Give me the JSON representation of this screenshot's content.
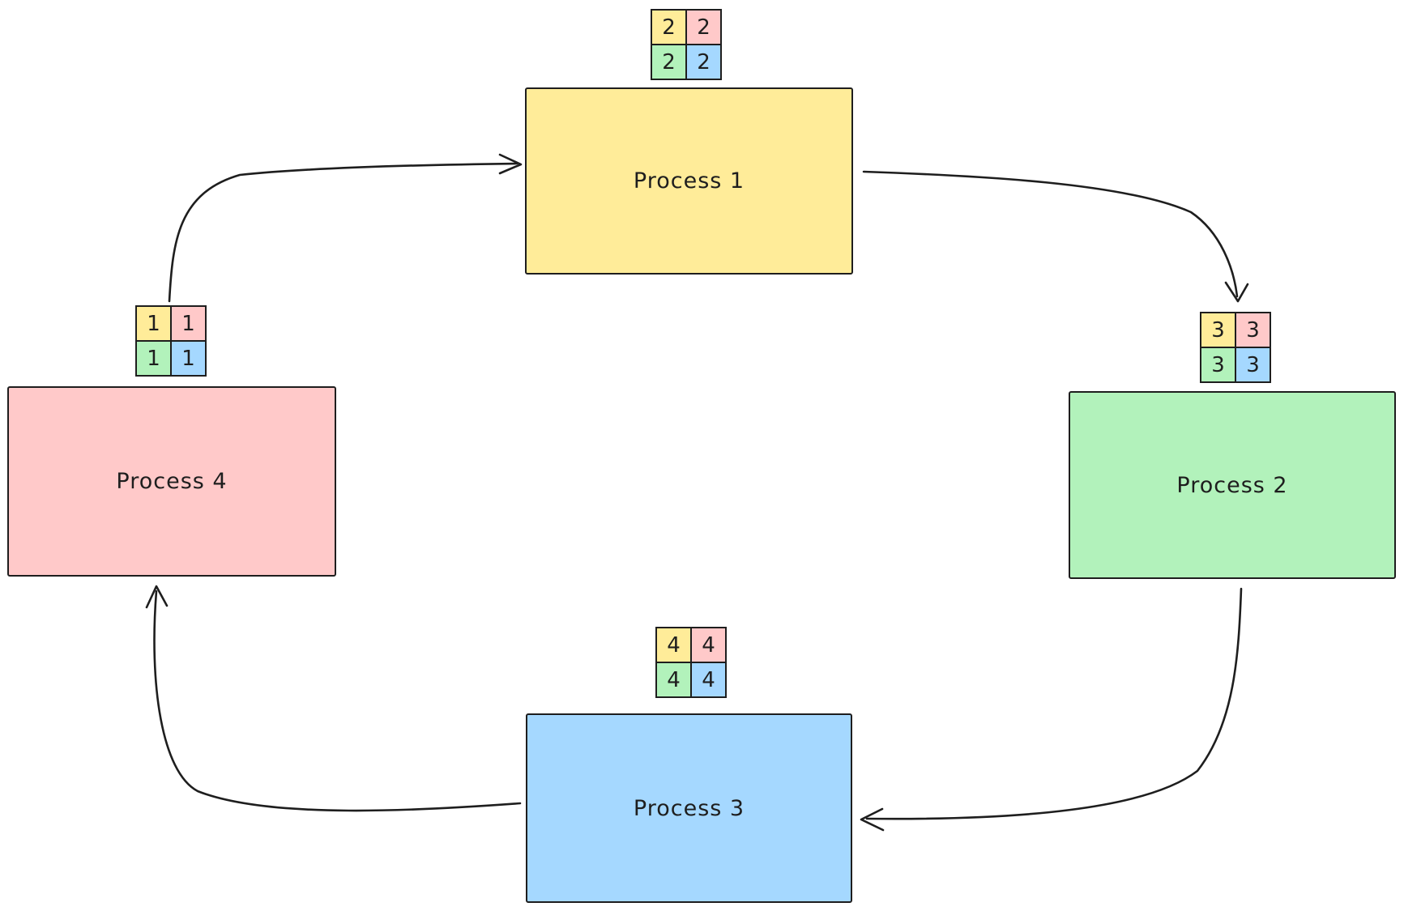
{
  "canvas": {
    "background": "#ffffff",
    "stroke_color": "#1e1e1e"
  },
  "palette": {
    "yellow": "#ffec99",
    "pink": "#ffc9c9",
    "green": "#b2f2bb",
    "blue": "#a5d8ff"
  },
  "processes": [
    {
      "label": "Process 1",
      "fill": "#ffec99"
    },
    {
      "label": "Process 2",
      "fill": "#b2f2bb"
    },
    {
      "label": "Process 3",
      "fill": "#a5d8ff"
    },
    {
      "label": "Process 4",
      "fill": "#ffc9c9"
    }
  ],
  "token_grids": [
    {
      "above_process": "Process 1",
      "cells": [
        {
          "value": "2",
          "color": "#ffec99"
        },
        {
          "value": "2",
          "color": "#ffc9c9"
        },
        {
          "value": "2",
          "color": "#b2f2bb"
        },
        {
          "value": "2",
          "color": "#a5d8ff"
        }
      ]
    },
    {
      "above_process": "Process 2",
      "cells": [
        {
          "value": "3",
          "color": "#ffec99"
        },
        {
          "value": "3",
          "color": "#ffc9c9"
        },
        {
          "value": "3",
          "color": "#b2f2bb"
        },
        {
          "value": "3",
          "color": "#a5d8ff"
        }
      ]
    },
    {
      "above_process": "Process 3",
      "cells": [
        {
          "value": "4",
          "color": "#ffec99"
        },
        {
          "value": "4",
          "color": "#ffc9c9"
        },
        {
          "value": "4",
          "color": "#b2f2bb"
        },
        {
          "value": "4",
          "color": "#a5d8ff"
        }
      ]
    },
    {
      "above_process": "Process 4",
      "cells": [
        {
          "value": "1",
          "color": "#ffec99"
        },
        {
          "value": "1",
          "color": "#ffc9c9"
        },
        {
          "value": "1",
          "color": "#b2f2bb"
        },
        {
          "value": "1",
          "color": "#a5d8ff"
        }
      ]
    }
  ],
  "arrows": [
    {
      "from": "Process 4",
      "to": "Process 1"
    },
    {
      "from": "Process 1",
      "to": "Process 2"
    },
    {
      "from": "Process 2",
      "to": "Process 3"
    },
    {
      "from": "Process 3",
      "to": "Process 4"
    }
  ]
}
